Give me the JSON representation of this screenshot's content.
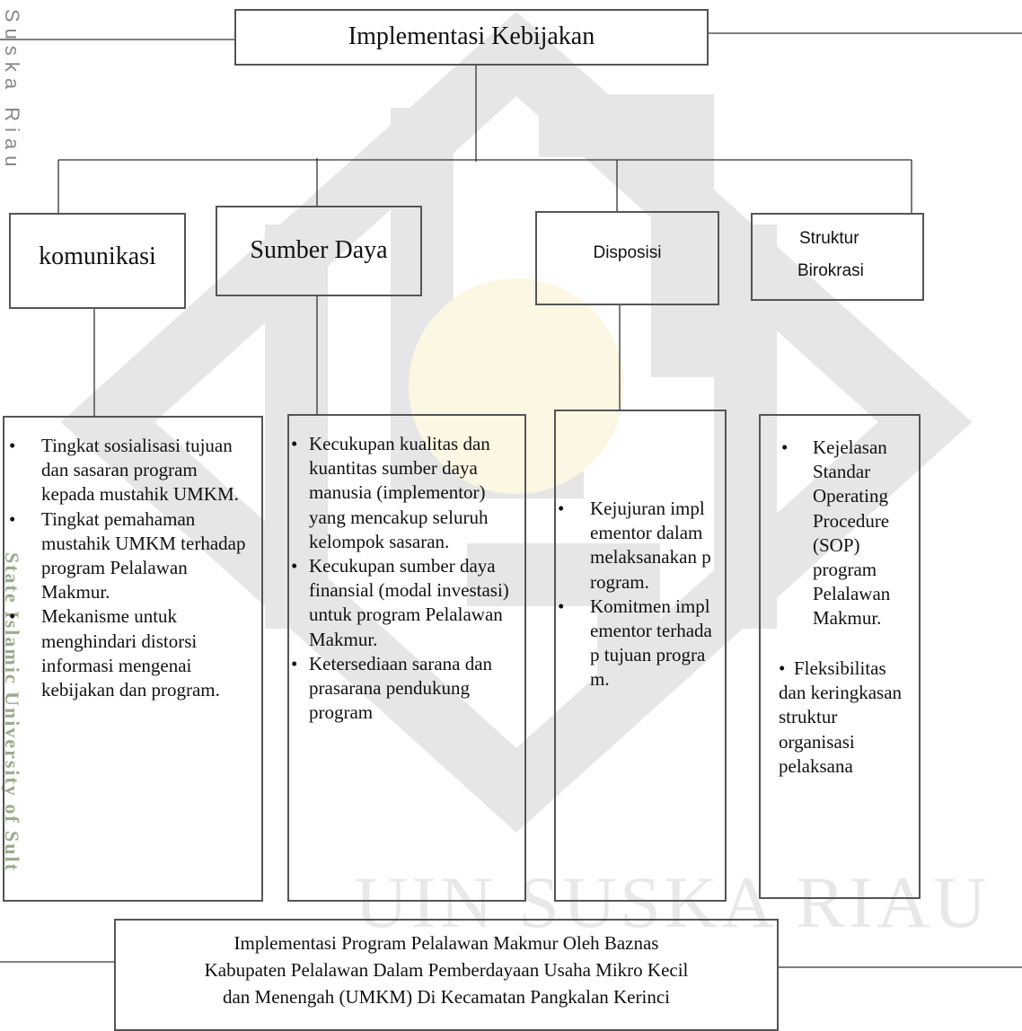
{
  "watermark": {
    "side_text_top": "Suska Riau",
    "side_text_bottom": "State Islamic University of Sult",
    "center_text": "UIN SUSKA RIAU",
    "colors": {
      "logo": "#e6e6e6",
      "center_circle": "#fbf7e3",
      "side_top": "#888888",
      "side_bottom": "#9aab8a",
      "center_text": "#e8e8e8"
    }
  },
  "diagram": {
    "top": {
      "label": "Implementasi Kebijakan"
    },
    "categories": [
      {
        "label": "komunikasi"
      },
      {
        "label": "Sumber Daya"
      },
      {
        "label": "Disposisi"
      },
      {
        "label_line1": "Struktur",
        "label_line2": "Birokrasi"
      }
    ],
    "details": [
      {
        "items": [
          "Tingkat sosialisasi tujuan dan sasaran program kepada mustahik UMKM.",
          "Tingkat pemahaman mustahik UMKM terhadap program Pelalawan Makmur.",
          "Mekanisme untuk menghindari distorsi informasi mengenai kebijakan dan program."
        ]
      },
      {
        "items": [
          "Kecukupan kualitas dan kuantitas sumber daya manusia (implementor) yang mencakup seluruh kelompok sasaran.",
          "Kecukupan sumber daya finansial (modal investasi) untuk program Pelalawan Makmur.",
          "Ketersediaan sarana dan prasarana pendukung program"
        ]
      },
      {
        "items": [
          "Kejujuran implementor dalam melaksanakan program.",
          "Komitmen implementor terhadap tujuan program."
        ]
      },
      {
        "item1": "Kejelasan Standar Operating Procedure (SOP) program Pelalawan Makmur.",
        "item2": "Fleksibilitas dan keringkasan struktur organisasi pelaksana"
      }
    ],
    "bottom": {
      "line1": "Implementasi Program Pelalawan Makmur Oleh Baznas",
      "line2": "Kabupaten Pelalawan Dalam Pemberdayaan Usaha Mikro Kecil",
      "line3": "dan Menengah (UMKM) Di Kecamatan Pangkalan Kerinci"
    }
  }
}
